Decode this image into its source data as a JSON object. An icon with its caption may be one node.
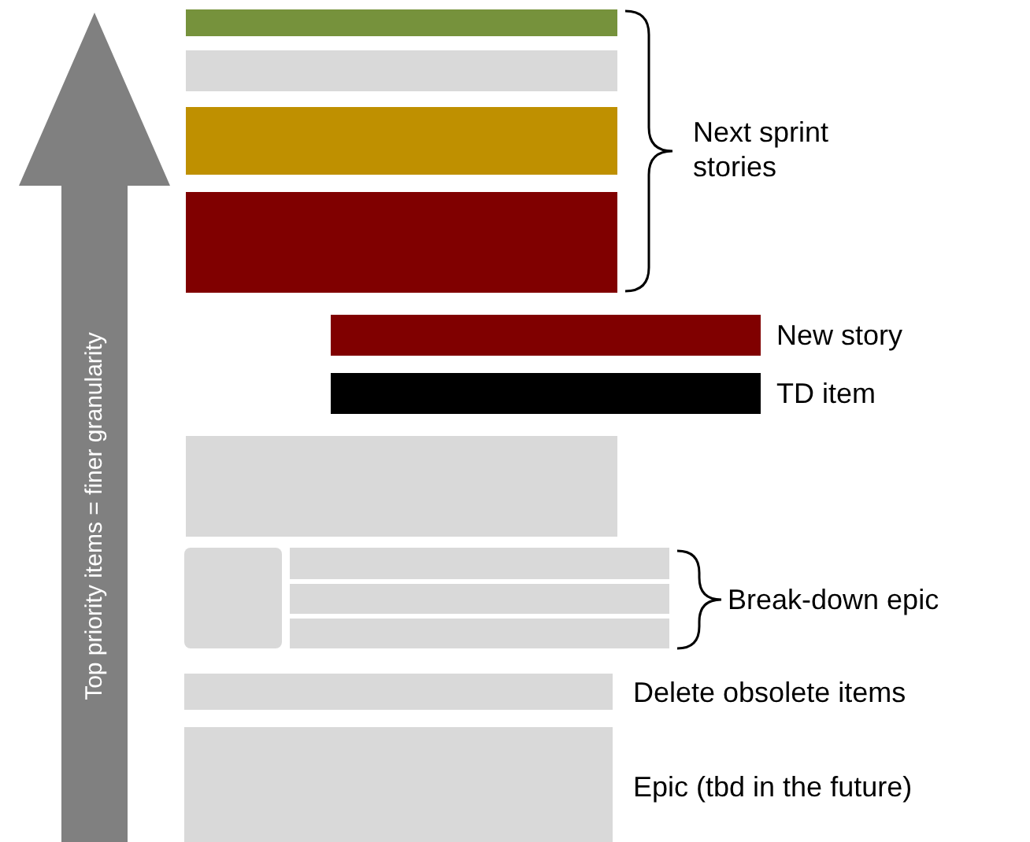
{
  "diagram": {
    "nodes": [
      {
        "text": [
          "Top priority items = finer granularity"
        ]
      },
      {
        "text": [],
        "shape": "bar"
      },
      {
        "text": [],
        "shape": "bar"
      },
      {
        "text": [],
        "shape": "bar"
      },
      {
        "text": [],
        "shape": "bar"
      },
      {
        "text": [],
        "shape": "bar",
        "beside": [
          "New story"
        ]
      },
      {
        "text": [],
        "shape": "bar",
        "beside": [
          "TD item"
        ]
      },
      {
        "text": [],
        "shape": "bar"
      },
      {
        "text": [],
        "shape": "box"
      },
      {
        "text": [],
        "shape": "bar"
      },
      {
        "text": [],
        "shape": "bar"
      },
      {
        "text": [],
        "shape": "bar"
      },
      {
        "text": [],
        "shape": "bar",
        "beside": [
          "Delete obsolete items"
        ]
      },
      {
        "text": [],
        "shape": "bar",
        "beside": [
          "Epic (tbd in the future)"
        ]
      }
    ],
    "edges": [],
    "labels": [
      "Next sprint stories",
      "Break-down epic"
    ]
  }
}
